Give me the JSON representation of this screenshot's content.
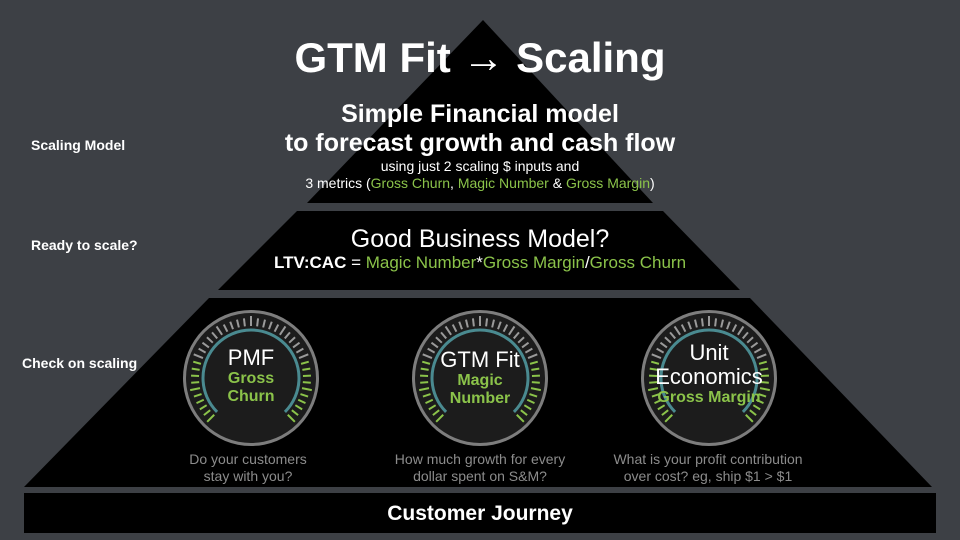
{
  "title": "GTM Fit → Scaling",
  "levels": [
    {
      "label": "Scaling Model"
    },
    {
      "label": "Ready to scale?"
    },
    {
      "label": "Check on scaling"
    }
  ],
  "top": {
    "line1": "Simple Financial model",
    "line2": "to forecast growth and cash flow",
    "line3": "using just 2 scaling $ inputs and",
    "line4_pre": "3 metrics (",
    "m1": "Gross Churn",
    "sep1": ", ",
    "m2": "Magic Number",
    "sep2": " & ",
    "m3": "Gross Margin",
    "line4_post": ")"
  },
  "middle": {
    "heading": "Good Business Model?",
    "ltv": "LTV:CAC",
    "eq": " = ",
    "f1": "Magic Number",
    "op1": "*",
    "f2": "Gross Margin",
    "op2": "/",
    "f3": "Gross Churn"
  },
  "gauges": [
    {
      "title1": "PMF",
      "title2": "",
      "metric1": "Gross",
      "metric2": "Churn",
      "question1": "Do your customers",
      "question2": "stay with you?"
    },
    {
      "title1": "GTM Fit",
      "title2": "",
      "metric1": "Magic",
      "metric2": "Number",
      "question1": "How much growth for every",
      "question2": "dollar spent on S&M?"
    },
    {
      "title1": "Unit",
      "title2": "Economics",
      "metric1": "Gross Margin",
      "metric2": "",
      "question1": "What is your profit contribution",
      "question2": "over cost? eg, ship $1 > $1"
    }
  ],
  "base": "Customer Journey",
  "colors": {
    "background": "#3d4045",
    "pyramid": "#000000",
    "accent": "#8bc34a",
    "gauge_ring": "#4a8a90",
    "question": "#8c8c8c"
  }
}
